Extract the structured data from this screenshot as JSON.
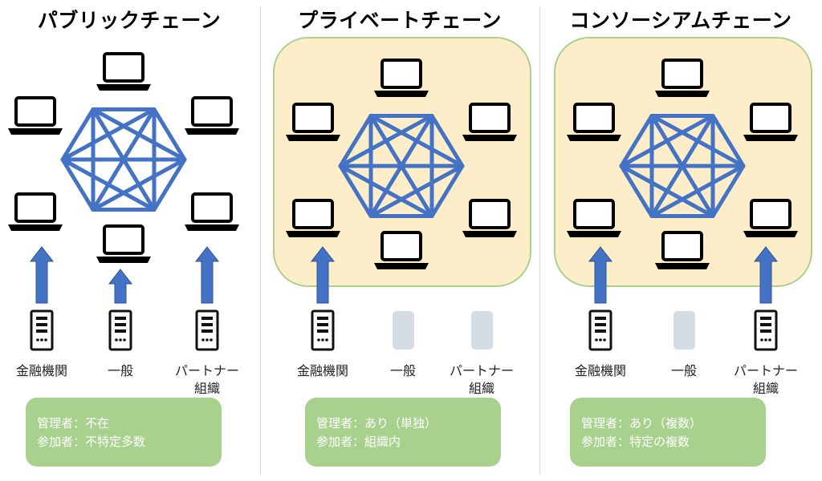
{
  "panels": [
    {
      "title": "パブリックチェーン",
      "scoped": false,
      "participants": [
        {
          "label": "金融機関",
          "active": true
        },
        {
          "label": "一般",
          "active": true
        },
        {
          "label": "パートナー\n組織",
          "active": true
        }
      ],
      "info": {
        "admin": "管理者：不在",
        "members": "参加者：不特定多数"
      }
    },
    {
      "title": "プライベートチェーン",
      "scoped": true,
      "participants": [
        {
          "label": "金融機関",
          "active": true
        },
        {
          "label": "一般",
          "active": false
        },
        {
          "label": "パートナー\n組織",
          "active": false
        }
      ],
      "info": {
        "admin": "管理者：あり（単独）",
        "members": "参加者：組織内"
      }
    },
    {
      "title": "コンソーシアムチェーン",
      "scoped": true,
      "participants": [
        {
          "label": "金融機関",
          "active": true
        },
        {
          "label": "一般",
          "active": false
        },
        {
          "label": "パートナー\n組織",
          "active": true
        }
      ],
      "info": {
        "admin": "管理者：あり（複数）",
        "members": "参加者：特定の複数"
      }
    }
  ],
  "colors": {
    "network_line": "#4472c4",
    "arrow": "#4472c4",
    "scope_fill": "#fdeec9",
    "scope_border": "#a9d18e",
    "info_fill": "#a9d18e",
    "inactive_server": "#d6dce5"
  },
  "icons": {
    "node": "laptop-icon",
    "participant": "server-icon"
  }
}
